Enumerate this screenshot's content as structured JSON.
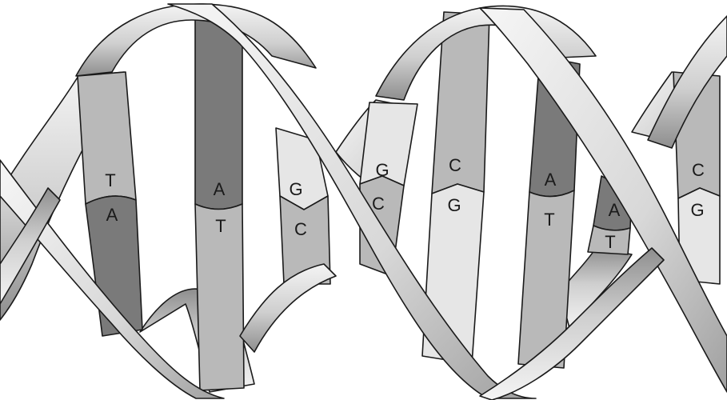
{
  "diagram": {
    "pairs": [
      {
        "top": "T",
        "bottom": "A"
      },
      {
        "top": "A",
        "bottom": "T"
      },
      {
        "top": "G",
        "bottom": "C"
      },
      {
        "top": "G",
        "bottom": "C"
      },
      {
        "top": "C",
        "bottom": "G"
      },
      {
        "top": "A",
        "bottom": "T"
      },
      {
        "top": "A",
        "bottom": "T"
      },
      {
        "top": "C",
        "bottom": "G"
      }
    ]
  },
  "colors": {
    "adenine_thymine": "#7a7a7a",
    "guanine_cytosine_light": "#e6e6e6",
    "guanine_cytosine_mid": "#b9b9b9",
    "backbone_light": "#f2f2f2",
    "backbone_dark": "#8c8c8c",
    "outline": "#1a1a1a"
  }
}
